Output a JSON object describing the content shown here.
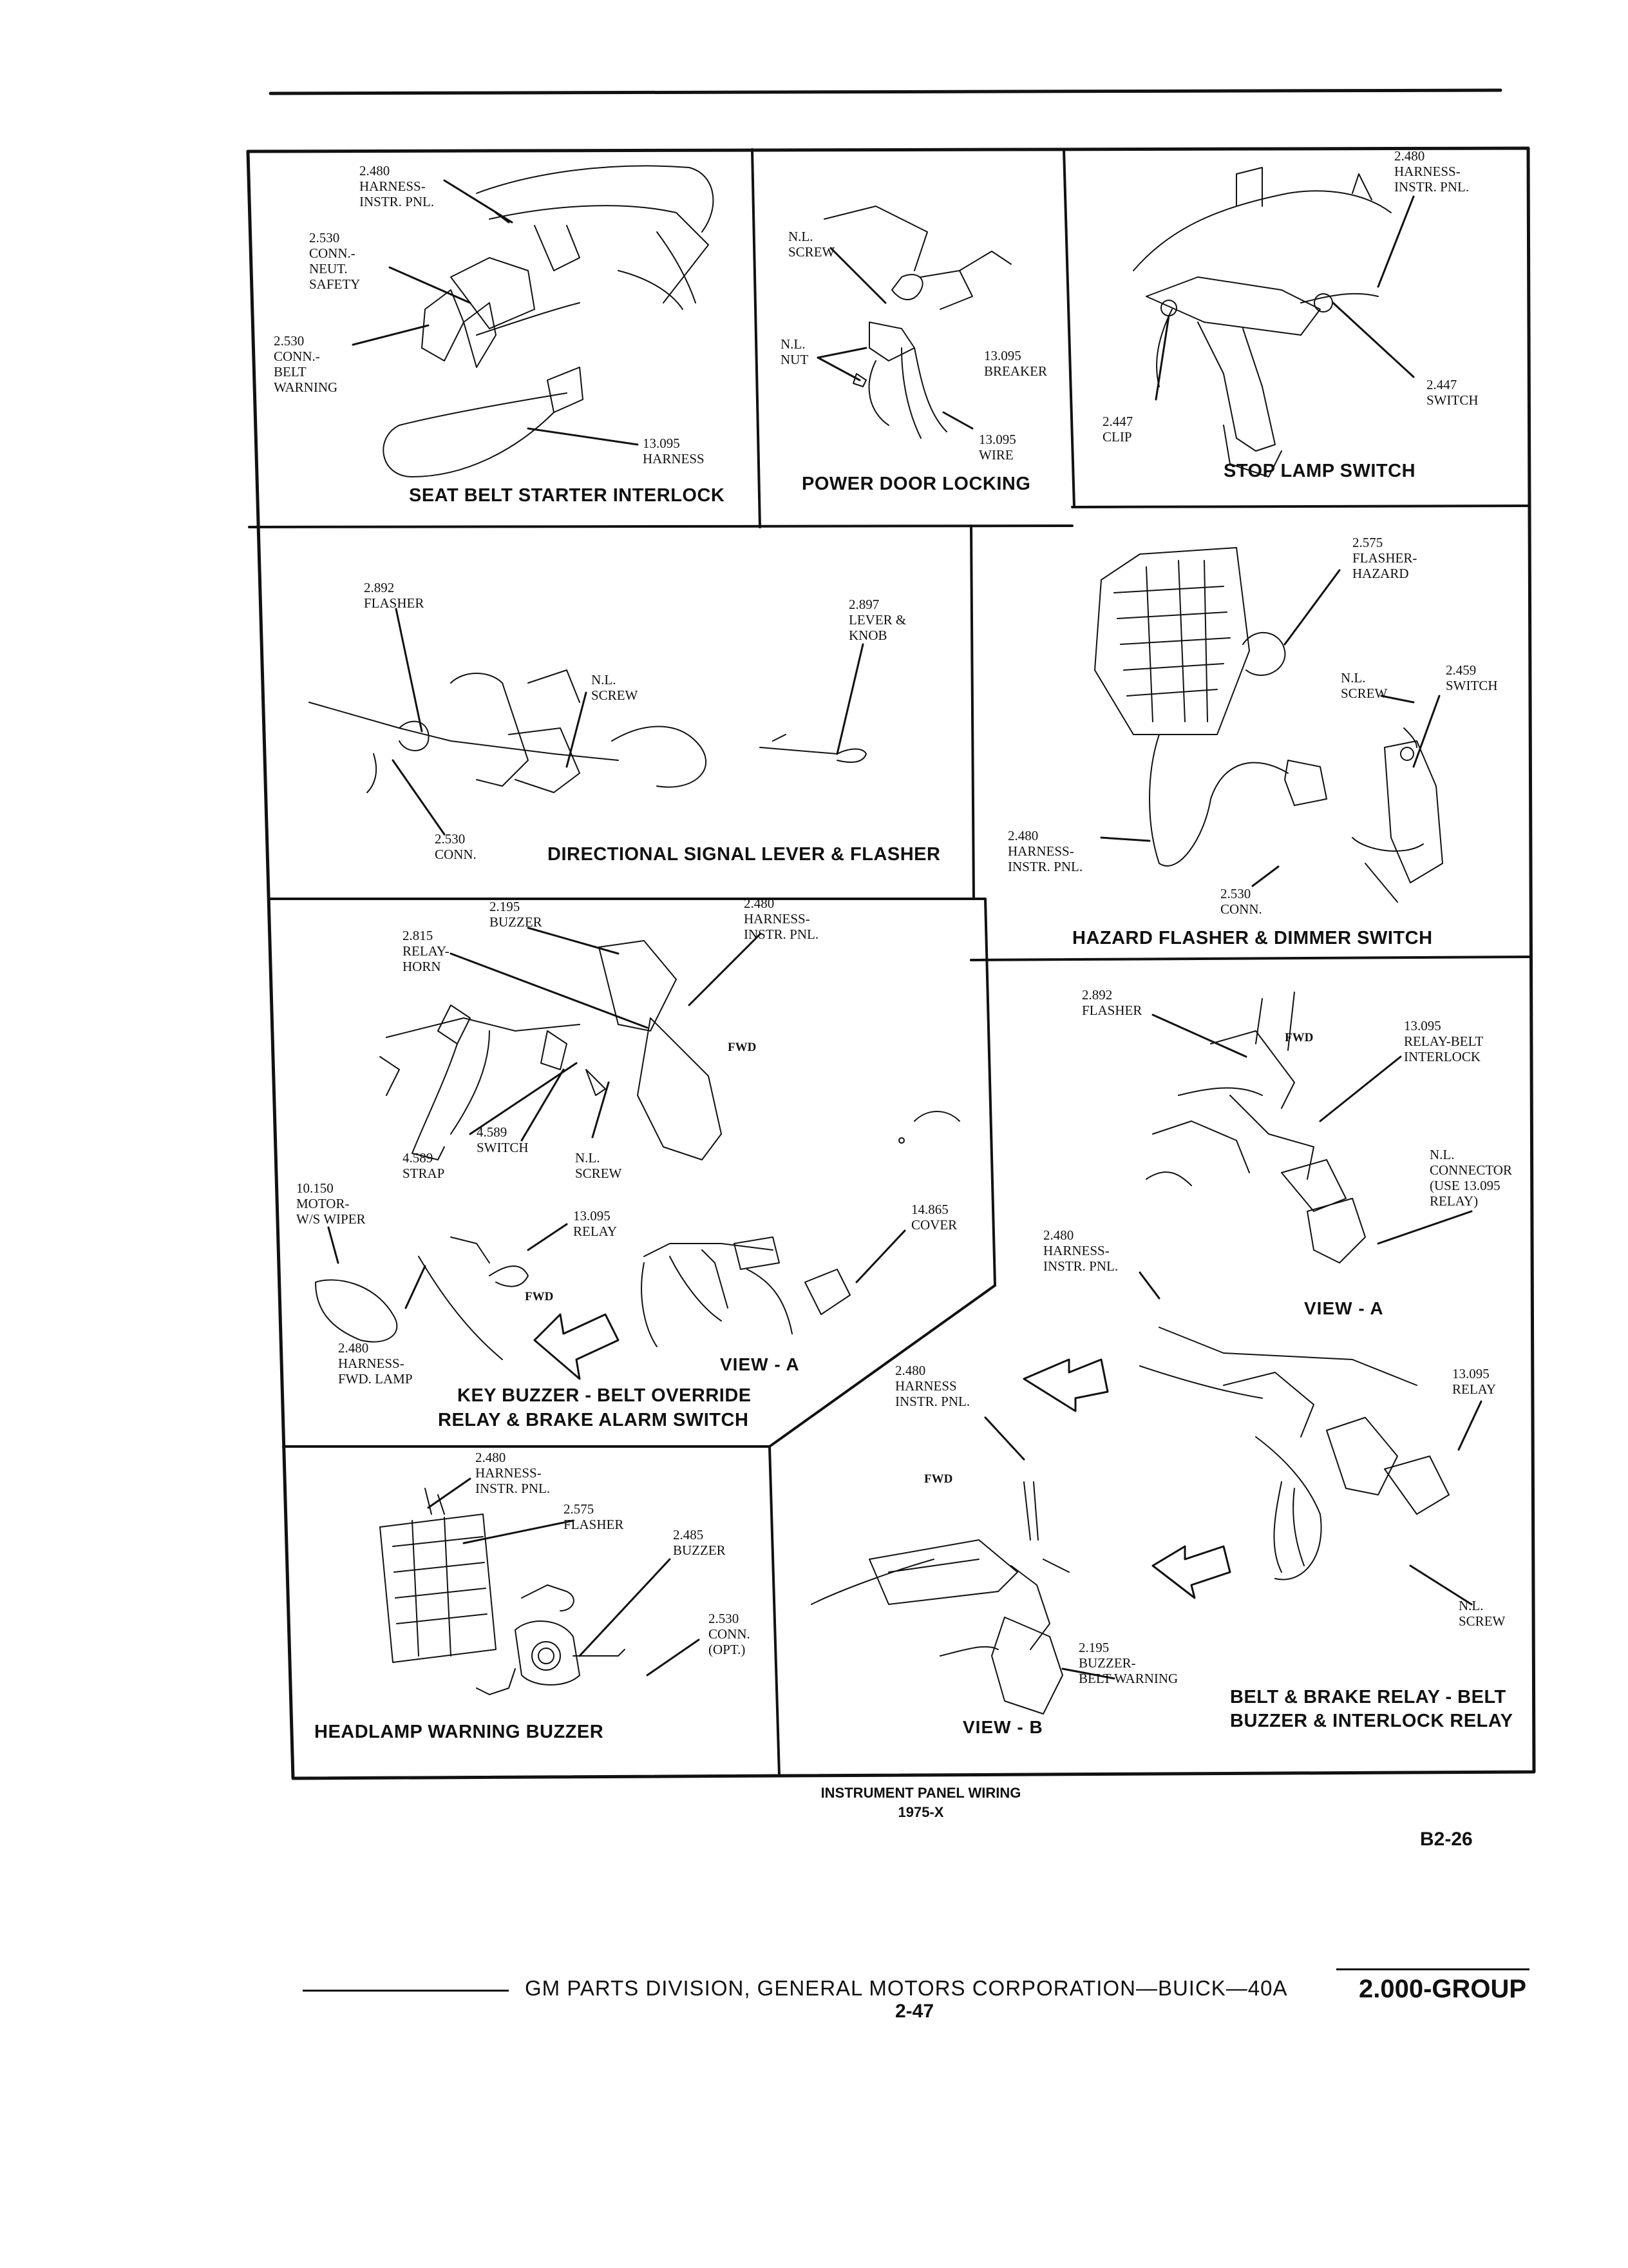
{
  "panels": {
    "seat_belt": {
      "title": "SEAT BELT STARTER INTERLOCK",
      "callouts": {
        "harness_instr": "2.480\nHARNESS-\nINSTR. PNL.",
        "conn_neut": "2.530\nCONN.-\nNEUT.\nSAFETY",
        "conn_belt": "2.530\nCONN.-\nBELT\nWARNING",
        "harness": "13.095\nHARNESS"
      }
    },
    "power_door": {
      "title": "POWER DOOR LOCKING",
      "callouts": {
        "screw": "N.L.\nSCREW",
        "nut": "N.L.\nNUT",
        "breaker": "13.095\nBREAKER",
        "wire": "13.095\nWIRE"
      }
    },
    "stop_lamp": {
      "title": "STOP LAMP SWITCH",
      "callouts": {
        "harness": "2.480\nHARNESS-\nINSTR. PNL.",
        "clip": "2.447\nCLIP",
        "switch": "2.447\nSWITCH"
      }
    },
    "directional": {
      "title": "DIRECTIONAL SIGNAL LEVER & FLASHER",
      "callouts": {
        "flasher": "2.892\nFLASHER",
        "lever": "2.897\nLEVER &\nKNOB",
        "screw": "N.L.\nSCREW",
        "conn": "2.530\nCONN."
      }
    },
    "hazard": {
      "title": "HAZARD FLASHER & DIMMER SWITCH",
      "callouts": {
        "flasher": "2.575\nFLASHER-\nHAZARD",
        "screw": "N.L.\nSCREW",
        "switch": "2.459\nSWITCH",
        "harness": "2.480\nHARNESS-\nINSTR. PNL.",
        "conn": "2.530\nCONN."
      }
    },
    "key_buzzer": {
      "title_line1": "KEY BUZZER - BELT OVERRIDE",
      "title_line2": "RELAY & BRAKE ALARM SWITCH",
      "view": "VIEW - A",
      "fwd": "FWD",
      "callouts": {
        "buzzer": "2.195\nBUZZER",
        "harness_instr": "2.480\nHARNESS-\nINSTR. PNL.",
        "relay_horn": "2.815\nRELAY-\nHORN",
        "switch": "4.589\nSWITCH",
        "strap": "4.589\nSTRAP",
        "screw": "N.L.\nSCREW",
        "motor": "10.150\nMOTOR-\nW/S WIPER",
        "relay": "13.095\nRELAY",
        "cover": "14.865\nCOVER",
        "harness_fwd": "2.480\nHARNESS-\nFWD. LAMP"
      }
    },
    "belt_brake": {
      "title_line1": "BELT & BRAKE RELAY - BELT",
      "title_line2": "BUZZER & INTERLOCK RELAY",
      "view_a": "VIEW - A",
      "view_b": "VIEW - B",
      "fwd": "FWD",
      "callouts": {
        "flasher": "2.892\nFLASHER",
        "relay_belt": "13.095\nRELAY-BELT\nINTERLOCK",
        "connector": "N.L.\nCONNECTOR\n(USE 13.095\nRELAY)",
        "harness_a": "2.480\nHARNESS-\nINSTR. PNL.",
        "harness_b": "2.480\nHARNESS\nINSTR. PNL.",
        "relay": "13.095\nRELAY",
        "screw": "N.L.\nSCREW",
        "buzzer": "2.195\nBUZZER-\nBELT WARNING"
      }
    },
    "headlamp": {
      "title": "HEADLAMP WARNING BUZZER",
      "callouts": {
        "harness": "2.480\nHARNESS-\nINSTR. PNL.",
        "flasher": "2.575\nFLASHER",
        "buzzer": "2.485\nBUZZER",
        "conn": "2.530\nCONN.\n(OPT.)"
      }
    }
  },
  "caption": {
    "line1": "INSTRUMENT PANEL WIRING",
    "line2": "1975-X"
  },
  "figure_code": "B2-26",
  "footer": {
    "text": "GM PARTS DIVISION, GENERAL MOTORS CORPORATION—BUICK—40A",
    "page": "2-47",
    "group": "2.000-GROUP"
  }
}
